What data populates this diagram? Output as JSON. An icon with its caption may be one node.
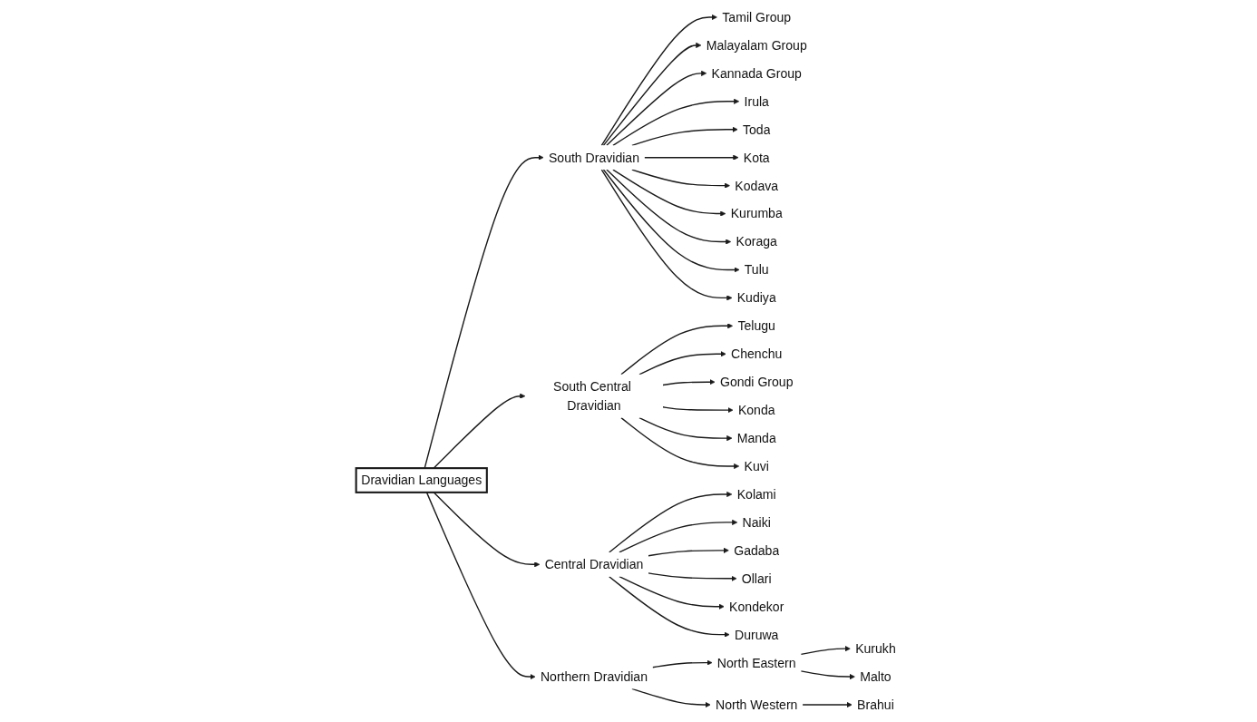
{
  "diagram": {
    "nodes": [
      {
        "text": [
          "Dravidian Languages"
        ]
      },
      {
        "text": [
          "South Dravidian"
        ]
      },
      {
        "text": [
          "South Central Dravidian"
        ]
      },
      {
        "text": [
          "Central Dravidian"
        ]
      },
      {
        "text": [
          "Northern Dravidian"
        ]
      },
      {
        "text": [
          "Tamil Group"
        ]
      },
      {
        "text": [
          "Malayalam Group"
        ]
      },
      {
        "text": [
          "Kannada Group"
        ]
      },
      {
        "text": [
          "Irula"
        ]
      },
      {
        "text": [
          "Toda"
        ]
      },
      {
        "text": [
          "Kota"
        ]
      },
      {
        "text": [
          "Kodava"
        ]
      },
      {
        "text": [
          "Kurumba"
        ]
      },
      {
        "text": [
          "Koraga"
        ]
      },
      {
        "text": [
          "Tulu"
        ]
      },
      {
        "text": [
          "Kudiya"
        ]
      },
      {
        "text": [
          "Telugu"
        ]
      },
      {
        "text": [
          "Chenchu"
        ]
      },
      {
        "text": [
          "Gondi Group"
        ]
      },
      {
        "text": [
          "Konda"
        ]
      },
      {
        "text": [
          "Manda"
        ]
      },
      {
        "text": [
          "Kuvi"
        ]
      },
      {
        "text": [
          "Kolami"
        ]
      },
      {
        "text": [
          "Naiki"
        ]
      },
      {
        "text": [
          "Gadaba"
        ]
      },
      {
        "text": [
          "Ollari"
        ]
      },
      {
        "text": [
          "Kondekor"
        ]
      },
      {
        "text": [
          "Duruwa"
        ]
      },
      {
        "text": [
          "North Eastern"
        ]
      },
      {
        "text": [
          "North Western"
        ]
      },
      {
        "text": [
          "Kurukh"
        ]
      },
      {
        "text": [
          "Malto"
        ]
      },
      {
        "text": [
          "Brahui"
        ]
      }
    ],
    "edges": [
      {
        "from": 0,
        "to": 1,
        "arrow": "to"
      },
      {
        "from": 0,
        "to": 2,
        "arrow": "to"
      },
      {
        "from": 0,
        "to": 3,
        "arrow": "to"
      },
      {
        "from": 0,
        "to": 4,
        "arrow": "to"
      },
      {
        "from": 1,
        "to": 5,
        "arrow": "to"
      },
      {
        "from": 1,
        "to": 6,
        "arrow": "to"
      },
      {
        "from": 1,
        "to": 7,
        "arrow": "to"
      },
      {
        "from": 1,
        "to": 8,
        "arrow": "to"
      },
      {
        "from": 1,
        "to": 9,
        "arrow": "to"
      },
      {
        "from": 1,
        "to": 10,
        "arrow": "to"
      },
      {
        "from": 1,
        "to": 11,
        "arrow": "to"
      },
      {
        "from": 1,
        "to": 12,
        "arrow": "to"
      },
      {
        "from": 1,
        "to": 13,
        "arrow": "to"
      },
      {
        "from": 1,
        "to": 14,
        "arrow": "to"
      },
      {
        "from": 1,
        "to": 15,
        "arrow": "to"
      },
      {
        "from": 2,
        "to": 16,
        "arrow": "to"
      },
      {
        "from": 2,
        "to": 17,
        "arrow": "to"
      },
      {
        "from": 2,
        "to": 18,
        "arrow": "to"
      },
      {
        "from": 2,
        "to": 19,
        "arrow": "to"
      },
      {
        "from": 2,
        "to": 20,
        "arrow": "to"
      },
      {
        "from": 2,
        "to": 21,
        "arrow": "to"
      },
      {
        "from": 3,
        "to": 22,
        "arrow": "to"
      },
      {
        "from": 3,
        "to": 23,
        "arrow": "to"
      },
      {
        "from": 3,
        "to": 24,
        "arrow": "to"
      },
      {
        "from": 3,
        "to": 25,
        "arrow": "to"
      },
      {
        "from": 3,
        "to": 26,
        "arrow": "to"
      },
      {
        "from": 3,
        "to": 27,
        "arrow": "to"
      },
      {
        "from": 4,
        "to": 28,
        "arrow": "to"
      },
      {
        "from": 4,
        "to": 29,
        "arrow": "to"
      },
      {
        "from": 28,
        "to": 30,
        "arrow": "to"
      },
      {
        "from": 28,
        "to": 31,
        "arrow": "to"
      },
      {
        "from": 29,
        "to": 32,
        "arrow": "to"
      }
    ]
  }
}
